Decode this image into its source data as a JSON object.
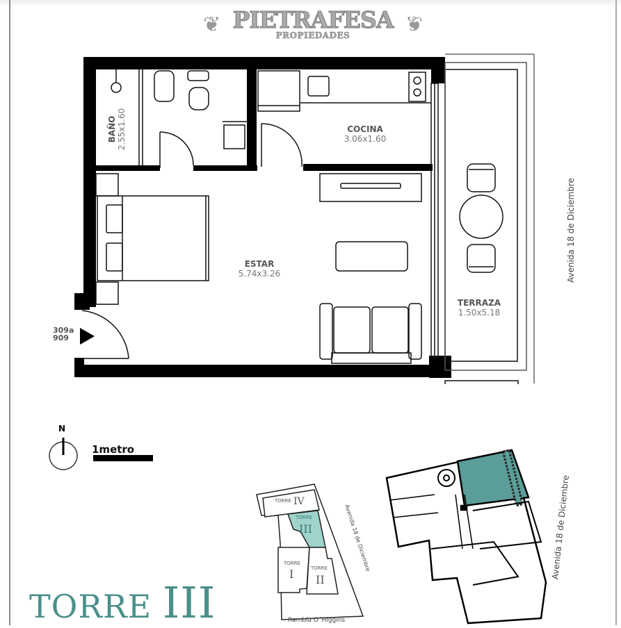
{
  "header": {
    "brand": "PIETRAFESA",
    "brand_sub": "PROPIEDADES",
    "ornament_left": "❦",
    "ornament_right": "❦"
  },
  "rooms": [
    {
      "name": "BAÑO",
      "dims": "2.55x1.60"
    },
    {
      "name": "COCINA",
      "dims": "3.06x1.60"
    },
    {
      "name": "ESTAR",
      "dims": "5.74x3.26"
    },
    {
      "name": "TERRAZA",
      "dims": "1.50x5.18"
    }
  ],
  "unit": {
    "code_line1": "309a",
    "code_line2": "909"
  },
  "street_east": "Avenida 18 de Diciembre",
  "legend": {
    "north": "N",
    "scale": "1metro"
  },
  "site_plan": {
    "towers": [
      {
        "label": "TORRE",
        "num": "IV"
      },
      {
        "label": "TORRE",
        "num": "III",
        "highlighted": true
      },
      {
        "label": "TORRE",
        "num": "I"
      },
      {
        "label": "TORRE",
        "num": "II"
      }
    ],
    "street_east": "Avenida 18 de Diciembre",
    "street_south": "Rambla O´Higgins"
  },
  "floor_key": {
    "street_east": "Avenida 18 de Diciembre"
  },
  "footer": {
    "tower_word": "TORRE",
    "tower_num": "III"
  },
  "colors": {
    "accent": "#4a8f8a",
    "highlight_fill": "#5b9d98",
    "mini_fill": "#9fd3cc"
  }
}
